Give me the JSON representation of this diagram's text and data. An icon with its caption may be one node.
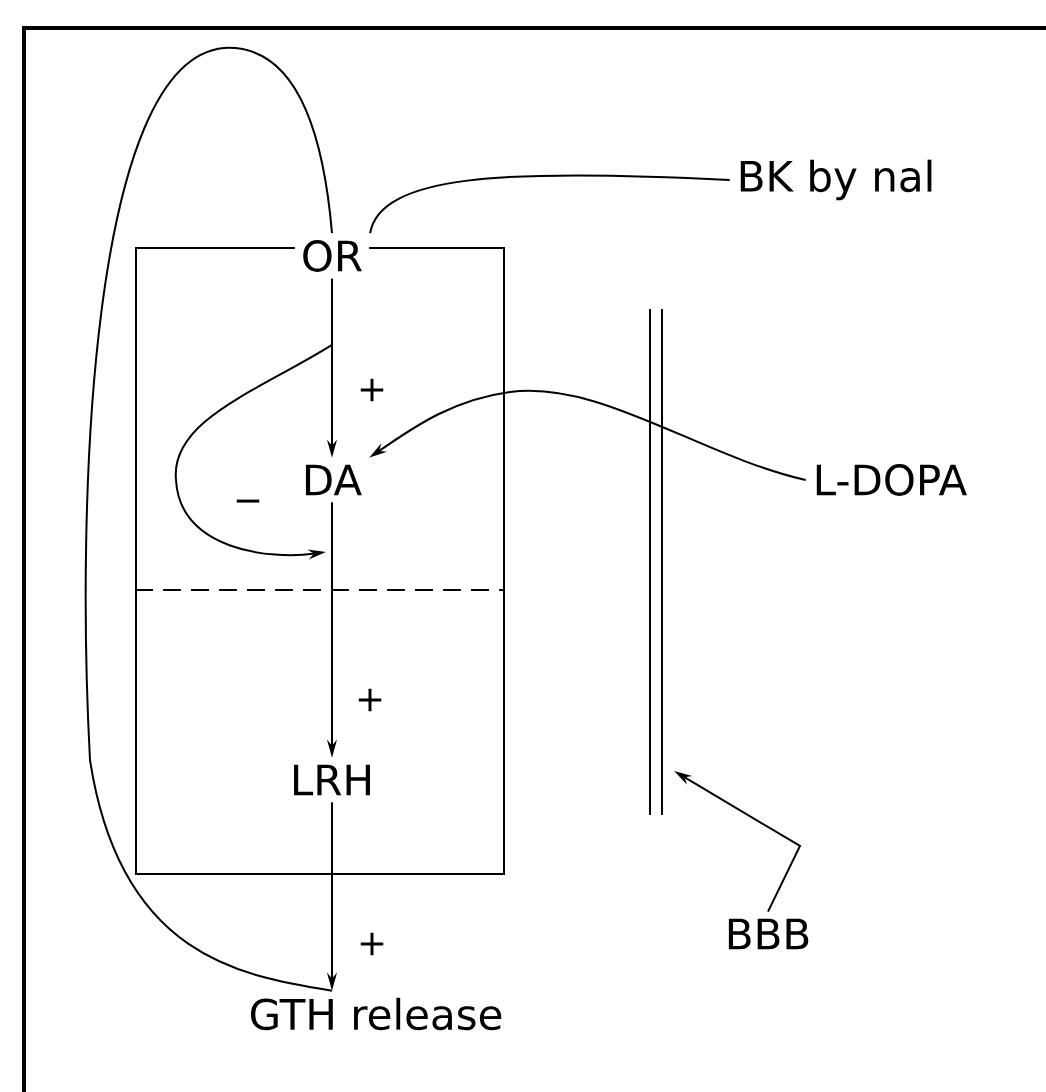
{
  "diagram": {
    "nodes": [
      {
        "text": [],
        "shape": "box"
      },
      {
        "text": [
          "OR"
        ]
      },
      {
        "text": [
          "DA"
        ],
        "in": 0
      },
      {
        "text": [
          "LRH"
        ],
        "in": 0
      },
      {
        "text": [
          "GTH release"
        ]
      },
      {
        "text": [
          "BK by nal"
        ]
      },
      {
        "text": [
          "L-DOPA"
        ]
      },
      {
        "text": [],
        "shape": "bar"
      },
      {
        "text": [
          "BBB"
        ]
      }
    ],
    "edges": [
      {
        "from": 1,
        "to": 2,
        "arrow": "to",
        "label": "+"
      },
      {
        "from": 1,
        "to": null,
        "arrow": "to",
        "label": "−"
      },
      {
        "from": 2,
        "to": 3,
        "arrow": "to",
        "label": "+"
      },
      {
        "from": 3,
        "to": 4,
        "arrow": "to",
        "label": "+"
      },
      {
        "from": 4,
        "to": 1,
        "arrow": "none"
      },
      {
        "from": 5,
        "to": 1,
        "arrow": "none"
      },
      {
        "from": 6,
        "to": 2,
        "arrow": "to"
      },
      {
        "from": 8,
        "to": 7,
        "arrow": "to"
      }
    ]
  }
}
